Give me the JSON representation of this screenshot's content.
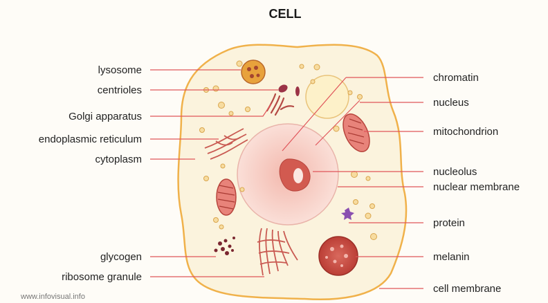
{
  "title": "CELL",
  "watermark": "www.infovisual.info",
  "colors": {
    "cytoplasm": "#fbf3dd",
    "cell_membrane": "#f0b14a",
    "nucleus": "#f6d6cf",
    "leader_line": "#e0555a",
    "organelle_red": "#c64a3f",
    "lysosome": "#e8a23c",
    "protein": "#8a4fb0"
  },
  "labels_left": [
    "lysosome",
    "centrioles",
    "Golgi apparatus",
    "endoplasmic reticulum",
    "cytoplasm",
    "glycogen",
    "ribosome granule"
  ],
  "labels_right": [
    "chromatin",
    "nucleus",
    "mitochondrion",
    "nucleolus",
    "nuclear membrane",
    "protein",
    "melanin",
    "cell membrane"
  ]
}
